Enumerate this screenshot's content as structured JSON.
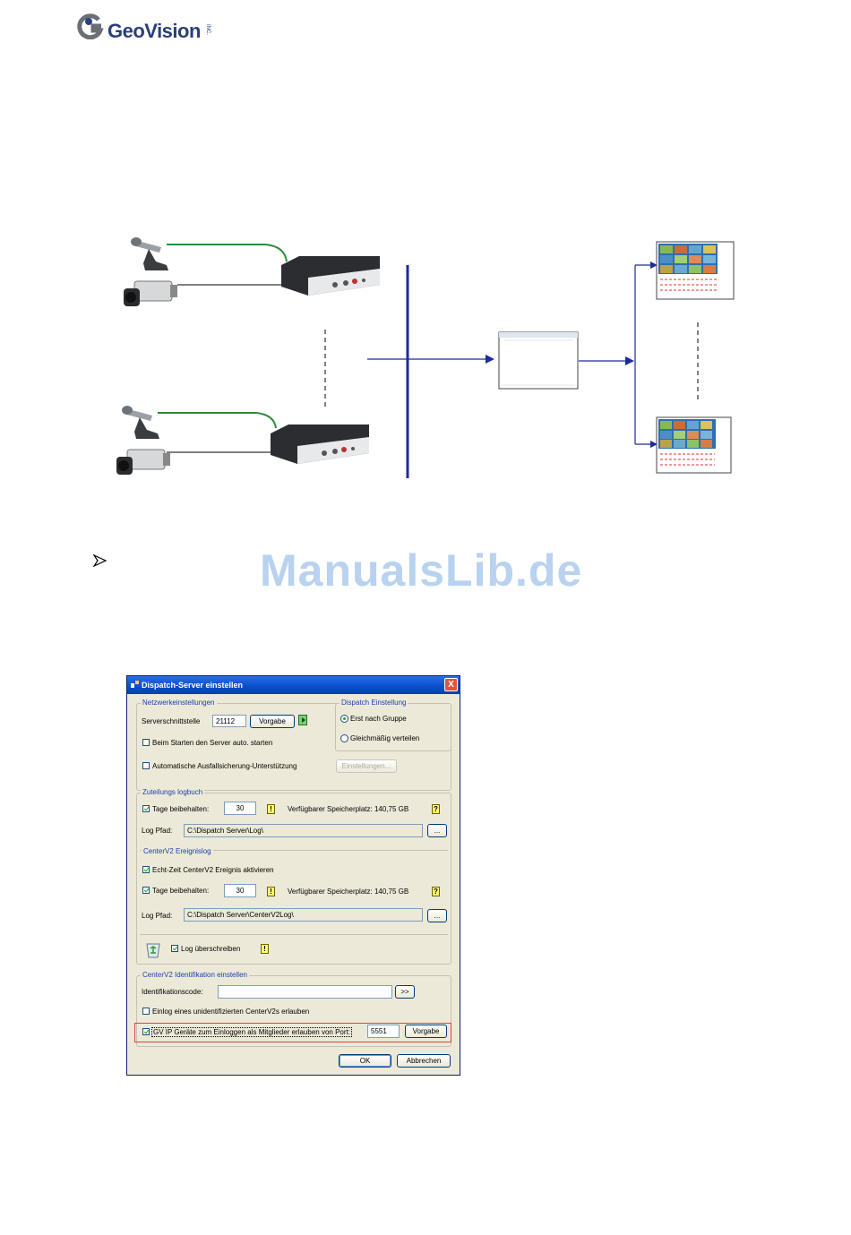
{
  "brand": {
    "name": "GeoVision",
    "suffix": "INC."
  },
  "watermark": "ManualsLib.de",
  "dialog": {
    "title": "Dispatch-Server einstellen",
    "close": "X",
    "network": {
      "title": "Netzwerkeinstellungen",
      "port_label": "Serverschnittstelle",
      "port_value": "21112",
      "default_button": "Vorgabe",
      "autostart_label": "Beim Starten den Server auto. starten",
      "failover_label": "Automatische Ausfallsicherung-Unterstützung",
      "settings_button": "Einstellungen..."
    },
    "dispatch": {
      "title": "Dispatch Einstellung",
      "option1": "Erst nach Gruppe",
      "option2": "Gleichmäßig verteilen"
    },
    "dispatch_log": {
      "title": "Zuteilungs logbuch",
      "keep_days_label": "Tage beibehalten:",
      "keep_days_value": "30",
      "free_space_label": "Verfügbarer Speicherplatz: 140,75 GB",
      "path_label": "Log Pfad:",
      "path_value": "C:\\Dispatch Server\\Log\\",
      "browse_button": "..."
    },
    "centerv2_log": {
      "title": "CenterV2 Ereignislog",
      "realtime_label": "Echt-Zeit CenterV2 Ereignis aktivieren",
      "keep_days_label": "Tage beibehalten:",
      "keep_days_value": "30",
      "free_space_label": "Verfügbarer Speicherplatz: 140,75 GB",
      "path_label": "Log Pfad:",
      "path_value": "C:\\Dispatch Server\\CenterV2Log\\",
      "browse_button": "..."
    },
    "overwrite_label": "Log überschreiben",
    "identification": {
      "title": "CenterV2 Identifikation einstellen",
      "code_label": "Identifikationscode:",
      "code_value": "",
      "arrow_button": ">>",
      "unidentified_label": "Einlog eines unidentifizierten CenterV2s erlauben",
      "gv_ip_label": "GV IP Geräte zum Einloggen als Mitglieder erlauben von Port:",
      "gv_ip_port": "5551",
      "gv_ip_default_button": "Vorgabe"
    },
    "ok_button": "OK",
    "cancel_button": "Abbrechen"
  },
  "icons": {
    "logo": "geovision-logo-icon",
    "bullet": "arrowhead-bullet-icon",
    "microphone": "microphone-icon",
    "camera": "camera-icon",
    "video_server": "video-server-icon",
    "dispatch_server": "dispatch-server-screen-icon",
    "centerv2": "centerv2-monitor-icon",
    "recycle": "recycle-bin-icon",
    "warning": "info-warning-icon"
  },
  "colors": {
    "network_line": "#1e2a9e",
    "mic_cable": "#2e8b3a",
    "titlebar": "#0a4cc8",
    "watermark": "#b8d2f0",
    "highlight_box": "#e04040"
  }
}
